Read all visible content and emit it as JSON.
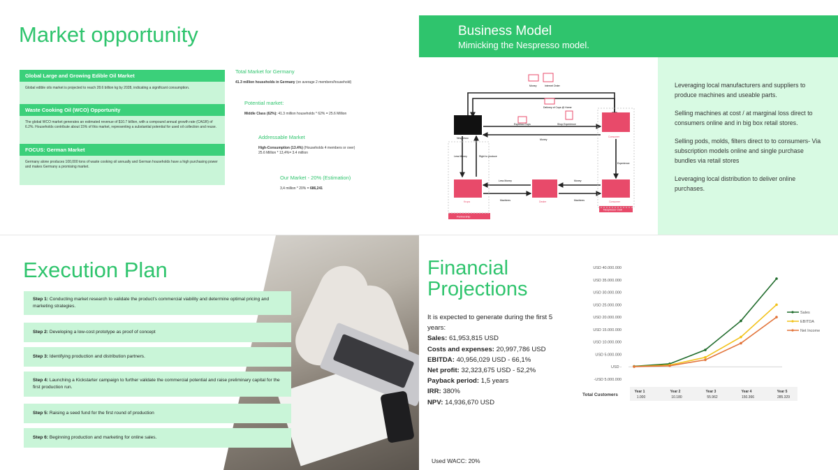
{
  "market": {
    "title": "Market opportunity",
    "left": [
      {
        "head": "Global Large and Growing Edible Oil Market",
        "body": "Global edible oils market is projected to reach 28.6 billion kg by 2028, indicating a significant consumption."
      },
      {
        "head": "Waste Cooking Oil (WCO) Opportunity",
        "body": "The global WCO market generates an estimated revenue of $10.7 billion, with a compound annual growth rate (CAGR) of 6.2%. Households contribute about 15% of this market, representing a substantial potential for used oil collection and reuse."
      },
      {
        "head": "FOCUS: German Market",
        "body": "Germany alone produces 100,000 tons of waste cooking oil annually and German households have a high purchasing power and makes Germany a promising market."
      }
    ],
    "total_title": "Total Market for Germany",
    "total_bold": "41.3 million households in Germany",
    "total_rest": "(on average 2 members/household)",
    "potential_title": "Potential market:",
    "potential_bold": "Middle Class (62%):",
    "potential_rest": "41.3 million households * 62% = 25.6 Million",
    "addressable_title": "Addressable Market",
    "addressable_bold": "High-Consumption (13.4%)",
    "addressable_rest": "(Households 4 members or over)",
    "addressable_line2": "25.6 Million * 13,4%= 3.4 million",
    "our_title": "Our Market - 20% (Estimation)",
    "our_calc": "3,4 million * 20% = ",
    "our_result": "686,241"
  },
  "business": {
    "title": "Business Model",
    "subtitle": "Mimicking the Nespresso model.",
    "points": [
      "Leveraging local manufacturers and suppliers to produce machines and useable parts.",
      "Selling machines at cost / at marginal loss direct to consumers online and in big box retail stores.",
      "Selling pods, molds, filters direct to to consumers- Via subscription models online and single purchase bundles via retail stores",
      "Leveraging local distribution to deliver online purchases."
    ],
    "diagram": {
      "money_top": "Money",
      "internet_order": "Internet Order",
      "delivery": "Delivery of Cups @ Home",
      "espresso_cups": "Espresso Cups",
      "shop_experience": "Shop Experience",
      "nespresso": "Nespresso",
      "consumer": "Consumer",
      "money_mid": "Money",
      "less_money": "Less Money",
      "right_to_produce": "Right to produce",
      "experience": "Experience",
      "less_money2": "Less Money",
      "money_low": "Money",
      "krups": "Krups",
      "dealer": "Dealer",
      "consumer2": "Consumer",
      "machines1": "Machines",
      "machines2": "Machines",
      "nespresso_club": "Nespresso Club",
      "partnership": "Partnership"
    },
    "brand_color": "#e84a6a"
  },
  "execution": {
    "title": "Execution Plan",
    "steps": [
      {
        "label": "Step 1:",
        "text": "Conducting market research to validate the product's commercial viability and determine optimal pricing and marketing strategies."
      },
      {
        "label": "Step 2:",
        "text": "Developing a low-cost prototype as proof of concept"
      },
      {
        "label": "Step 3:",
        "text": "Identifying production and distribution partners."
      },
      {
        "label": "Step 4:",
        "text": "Launching a Kickstarter campaign to further validate the commercial potential and raise preliminary capital for the first production run."
      },
      {
        "label": "Step 5:",
        "text": "Raising a seed fund for the first round of production"
      },
      {
        "label": "Step 6:",
        "text": "Beginning production and marketing for online sales."
      }
    ]
  },
  "financial": {
    "title_line1": "Financial",
    "title_line2": "Projections",
    "intro": "It is expected to generate during the first 5 years:",
    "rows": [
      {
        "label": "Sales:",
        "value": "61,953,815 USD"
      },
      {
        "label": "Costs and expenses:",
        "value": "20,997,786 USD"
      },
      {
        "label": "EBITDA:",
        "value": "40,956,029 USD - 66,1%"
      },
      {
        "label": "Net profit:",
        "value": "32,323,675 USD - 52,2%"
      },
      {
        "label": "Payback period:",
        "value": "1,5 years"
      },
      {
        "label": "IRR:",
        "value": "380%"
      },
      {
        "label": "NPV:",
        "value": "14,936,670 USD"
      }
    ],
    "wacc": "Used WACC: 20%"
  },
  "chart_data": {
    "type": "line",
    "categories": [
      "Year 1",
      "Year 2",
      "Year 3",
      "Year 4",
      "Year 5"
    ],
    "y_tick_labels": [
      "USD 40.000.000",
      "USD 35.000.000",
      "USD 30.000.000",
      "USD 25.000.000",
      "USD 20.000.000",
      "USD 15.000.000",
      "USD 10.000.000",
      "USD 5.000.000",
      "USD -",
      "-USD 5.000.000"
    ],
    "ylim": [
      -5000000,
      40000000
    ],
    "series": [
      {
        "name": "Sales",
        "color": "#1f6b2b",
        "values": [
          200000,
          1200000,
          6800000,
          18500000,
          35500000
        ]
      },
      {
        "name": "EBITDA",
        "color": "#f2c21a",
        "values": [
          100000,
          700000,
          3800000,
          12000000,
          25000000
        ]
      },
      {
        "name": "Net Income",
        "color": "#e2743a",
        "values": [
          50000,
          400000,
          2800000,
          9500000,
          20000000
        ]
      }
    ],
    "legend": "right",
    "total_customers_label": "Total Customers",
    "total_customers": [
      "1.000",
      "10.180",
      "55.962",
      "150.366",
      "285.329"
    ]
  }
}
